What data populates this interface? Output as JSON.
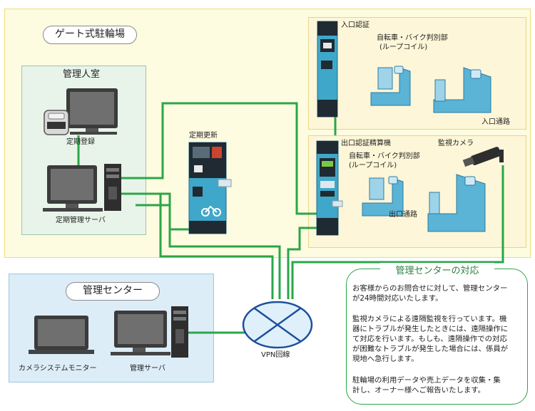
{
  "facility": {
    "title": "ゲート式駐輪場"
  },
  "management_room": {
    "title": "管理人室",
    "registration_label": "定期登録",
    "server_label": "定期管理サーバ"
  },
  "renewal": {
    "label": "定期更新"
  },
  "entry": {
    "label": "入口認証",
    "detector_label_line1": "自転車・バイク判別部",
    "detector_label_line2": "(ループコイル)",
    "passage_label": "入口通路"
  },
  "exit": {
    "label": "出口認証精算機",
    "detector_label_line1": "自転車・バイク判別部",
    "detector_label_line2": "(ループコイル)",
    "passage_label": "出口通路",
    "camera_label": "監視カメラ"
  },
  "center": {
    "title": "管理センター",
    "monitor_label": "カメラシステムモニター",
    "server_label": "管理サーバ"
  },
  "vpn": {
    "label": "VPN回線"
  },
  "note": {
    "title": "管理センターの対応",
    "para1_line1": "お客様からのお問合せに対して、管理センター",
    "para1_line2": "が24時間対応いたします。",
    "para2_line1": "監視カメラによる遠隔監視を行っています。機",
    "para2_line2": "器にトラブルが発生したときには、遠隔操作に",
    "para2_line3": "て対応を行います。もしも、遠隔操作での対応",
    "para2_line4": "が困難なトラブルが発生した場合には、係員が",
    "para2_line5": "現地へ急行します。",
    "para3_line1": "駐輪場の利用データや売上データを収集・集",
    "para3_line2": "計し、オーナー様へご報告いたします。"
  },
  "colors": {
    "network_line": "#2aa648",
    "machine_body": "#3fa7c9",
    "machine_dark": "#1f2a33",
    "gate_blue": "#5bb3d6",
    "facility_bg": "#fdfbe0",
    "mgmt_room_bg": "#e8f4ea",
    "center_bg": "#dcedf8"
  }
}
